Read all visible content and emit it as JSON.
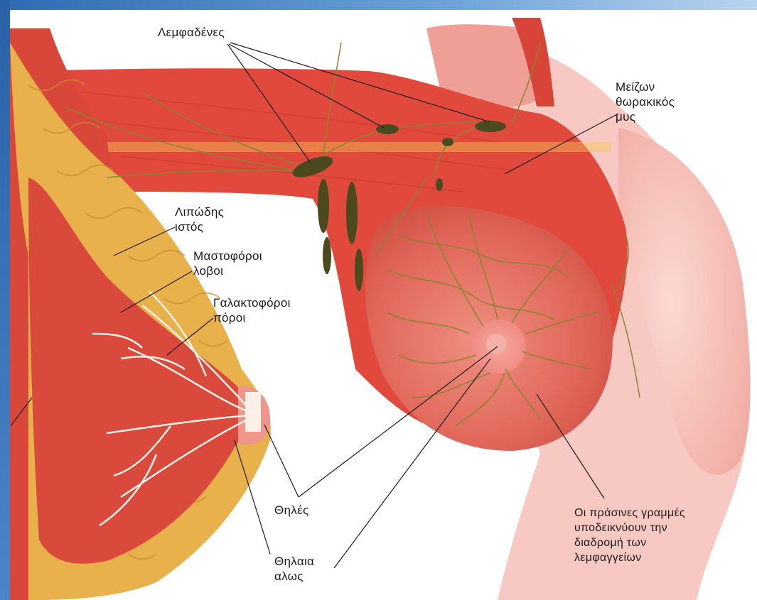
{
  "labels": {
    "lymph_nodes": "Λεμφαδένες",
    "pectoralis": [
      "Μείζων",
      "θωρακικός",
      "μυς"
    ],
    "fatty_tissue": [
      "Λιπώδης",
      "ιστός"
    ],
    "lobes": [
      "Μαστοφόροι",
      "λοβοι"
    ],
    "ducts": [
      "Γαλακτοφόροι",
      "πόροι"
    ],
    "nipple": "Θηλές",
    "areola": [
      "Θηλαια",
      "αλως"
    ],
    "note": [
      "Οι πράσινες γραμμές",
      "υποδεικνύουν την",
      "διαδρομή των",
      "λεμφαγγείων"
    ]
  },
  "colors": {
    "frame_blue": "#3f7fc4",
    "muscle_red": "#d9473a",
    "skin_pink": "#f3b7b0",
    "fat_yellow": "#e8b34a",
    "lymph_green": "#7d7a2a",
    "duct_white": "#fdf2ea"
  }
}
